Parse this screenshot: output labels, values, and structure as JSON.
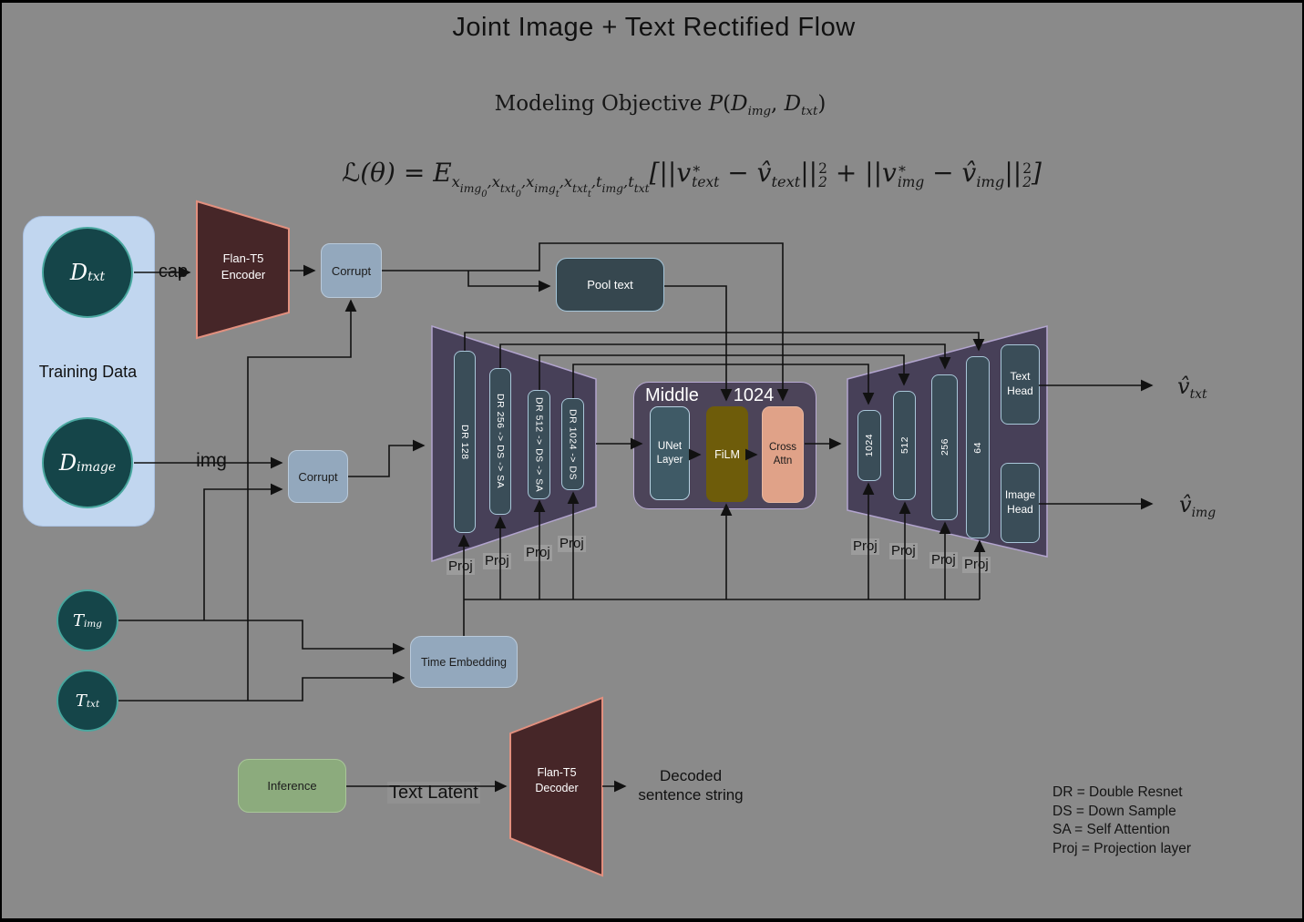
{
  "title": "Joint Image + Text Rectified Flow",
  "colors": {
    "background": "#8a8a8a",
    "training_container": "#c1d6ef",
    "data_circle": "#154549",
    "flan_trapezoid": "#462628",
    "flan_border": "#e2907f",
    "corrupt_box": "#93a8bd",
    "unet_trapezoid": "#474058",
    "bar_fill": "#3a4d58",
    "film": "#6e5c0a",
    "cross_attn": "#e0a288",
    "inference": "#8cab7d"
  },
  "objective": {
    "segments": [
      {
        "t": "Modeling Objective ",
        "s": "rm"
      },
      {
        "t": "P",
        "s": "it"
      },
      {
        "t": "(",
        "s": "rm"
      },
      {
        "t": "D",
        "s": "it"
      },
      {
        "t": "img",
        "s": "sub"
      },
      {
        "t": ", ",
        "s": "rm"
      },
      {
        "t": "D",
        "s": "it"
      },
      {
        "t": "txt",
        "s": "sub"
      },
      {
        "t": ")",
        "s": "rm"
      }
    ]
  },
  "loss": {
    "segments": [
      {
        "t": "ℒ(θ) = E",
        "s": "it"
      },
      {
        "t": "x",
        "s": "sub"
      },
      {
        "t": "img",
        "s": "ss"
      },
      {
        "t": "0",
        "s": "sss"
      },
      {
        "t": ",",
        "s": "sub"
      },
      {
        "t": "x",
        "s": "sub"
      },
      {
        "t": "txt",
        "s": "ss"
      },
      {
        "t": "0",
        "s": "sss"
      },
      {
        "t": ",",
        "s": "sub"
      },
      {
        "t": "x",
        "s": "sub"
      },
      {
        "t": "img",
        "s": "ss"
      },
      {
        "t": "t",
        "s": "sss"
      },
      {
        "t": ",",
        "s": "sub"
      },
      {
        "t": "x",
        "s": "sub"
      },
      {
        "t": "txt",
        "s": "ss"
      },
      {
        "t": "t",
        "s": "sss"
      },
      {
        "t": ",",
        "s": "sub"
      },
      {
        "t": "t",
        "s": "sub"
      },
      {
        "t": "img",
        "s": "ss"
      },
      {
        "t": ",",
        "s": "sub"
      },
      {
        "t": "t",
        "s": "sub"
      },
      {
        "t": "txt",
        "s": "ss"
      },
      {
        "t": "[||v",
        "s": "it"
      },
      {
        "sup": "∗",
        "sub": "text"
      },
      {
        "t": " − v̂",
        "s": "it"
      },
      {
        "t": "text",
        "s": "sub"
      },
      {
        "t": "||",
        "s": "it"
      },
      {
        "sup": "2",
        "sub": "2"
      },
      {
        "t": " + ||v",
        "s": "it"
      },
      {
        "sup": "∗",
        "sub": "img"
      },
      {
        "t": " − v̂",
        "s": "it"
      },
      {
        "t": "img",
        "s": "sub"
      },
      {
        "t": "||",
        "s": "it"
      },
      {
        "sup": "2",
        "sub": "2"
      },
      {
        "t": "]",
        "s": "it"
      }
    ]
  },
  "training": {
    "label": "Training Data",
    "d_txt": {
      "segments": [
        {
          "t": "D",
          "s": "it"
        },
        {
          "t": "txt",
          "s": "sub"
        }
      ]
    },
    "d_image": {
      "segments": [
        {
          "t": "D",
          "s": "it"
        },
        {
          "t": "image",
          "s": "sub"
        }
      ]
    }
  },
  "time_inputs": {
    "t_img": {
      "segments": [
        {
          "t": "T",
          "s": "it"
        },
        {
          "t": "img",
          "s": "sub"
        }
      ]
    },
    "t_txt": {
      "segments": [
        {
          "t": "T",
          "s": "it"
        },
        {
          "t": "txt",
          "s": "sub"
        }
      ]
    }
  },
  "nodes": {
    "flan_encoder": "Flan-T5 Encoder",
    "flan_decoder": "Flan-T5 Decoder",
    "corrupt_text": "Corrupt",
    "corrupt_image": "Corrupt",
    "pool_text": "Pool text",
    "time_embedding": "Time Embedding",
    "inference": "Inference",
    "unet_layer": "UNet Layer",
    "film": "FiLM",
    "cross_attn": "Cross Attn",
    "middle_label": "Middle",
    "middle_dim": "1024",
    "text_head": "Text Head",
    "image_head": "Image Head"
  },
  "encoder_bars": [
    "DR 128",
    "DR 256 -> DS -> SA",
    "DR 512 -> DS -> SA",
    "DR 1024 -> DS"
  ],
  "decoder_bars": [
    "1024",
    "512",
    "256",
    "64"
  ],
  "labels": {
    "cap": "cap",
    "img": "img",
    "proj": "Proj",
    "text_latent": "Text Latent",
    "decoded": "Decoded sentence string"
  },
  "outputs": {
    "v_txt": {
      "segments": [
        {
          "t": "v̂",
          "s": "it"
        },
        {
          "t": "txt",
          "s": "sub"
        }
      ]
    },
    "v_img": {
      "segments": [
        {
          "t": "v̂",
          "s": "it"
        },
        {
          "t": "img",
          "s": "sub"
        }
      ]
    }
  },
  "legend": {
    "lines": [
      "DR = Double Resnet",
      "DS = Down Sample",
      "SA = Self Attention",
      "Proj = Projection layer"
    ]
  }
}
